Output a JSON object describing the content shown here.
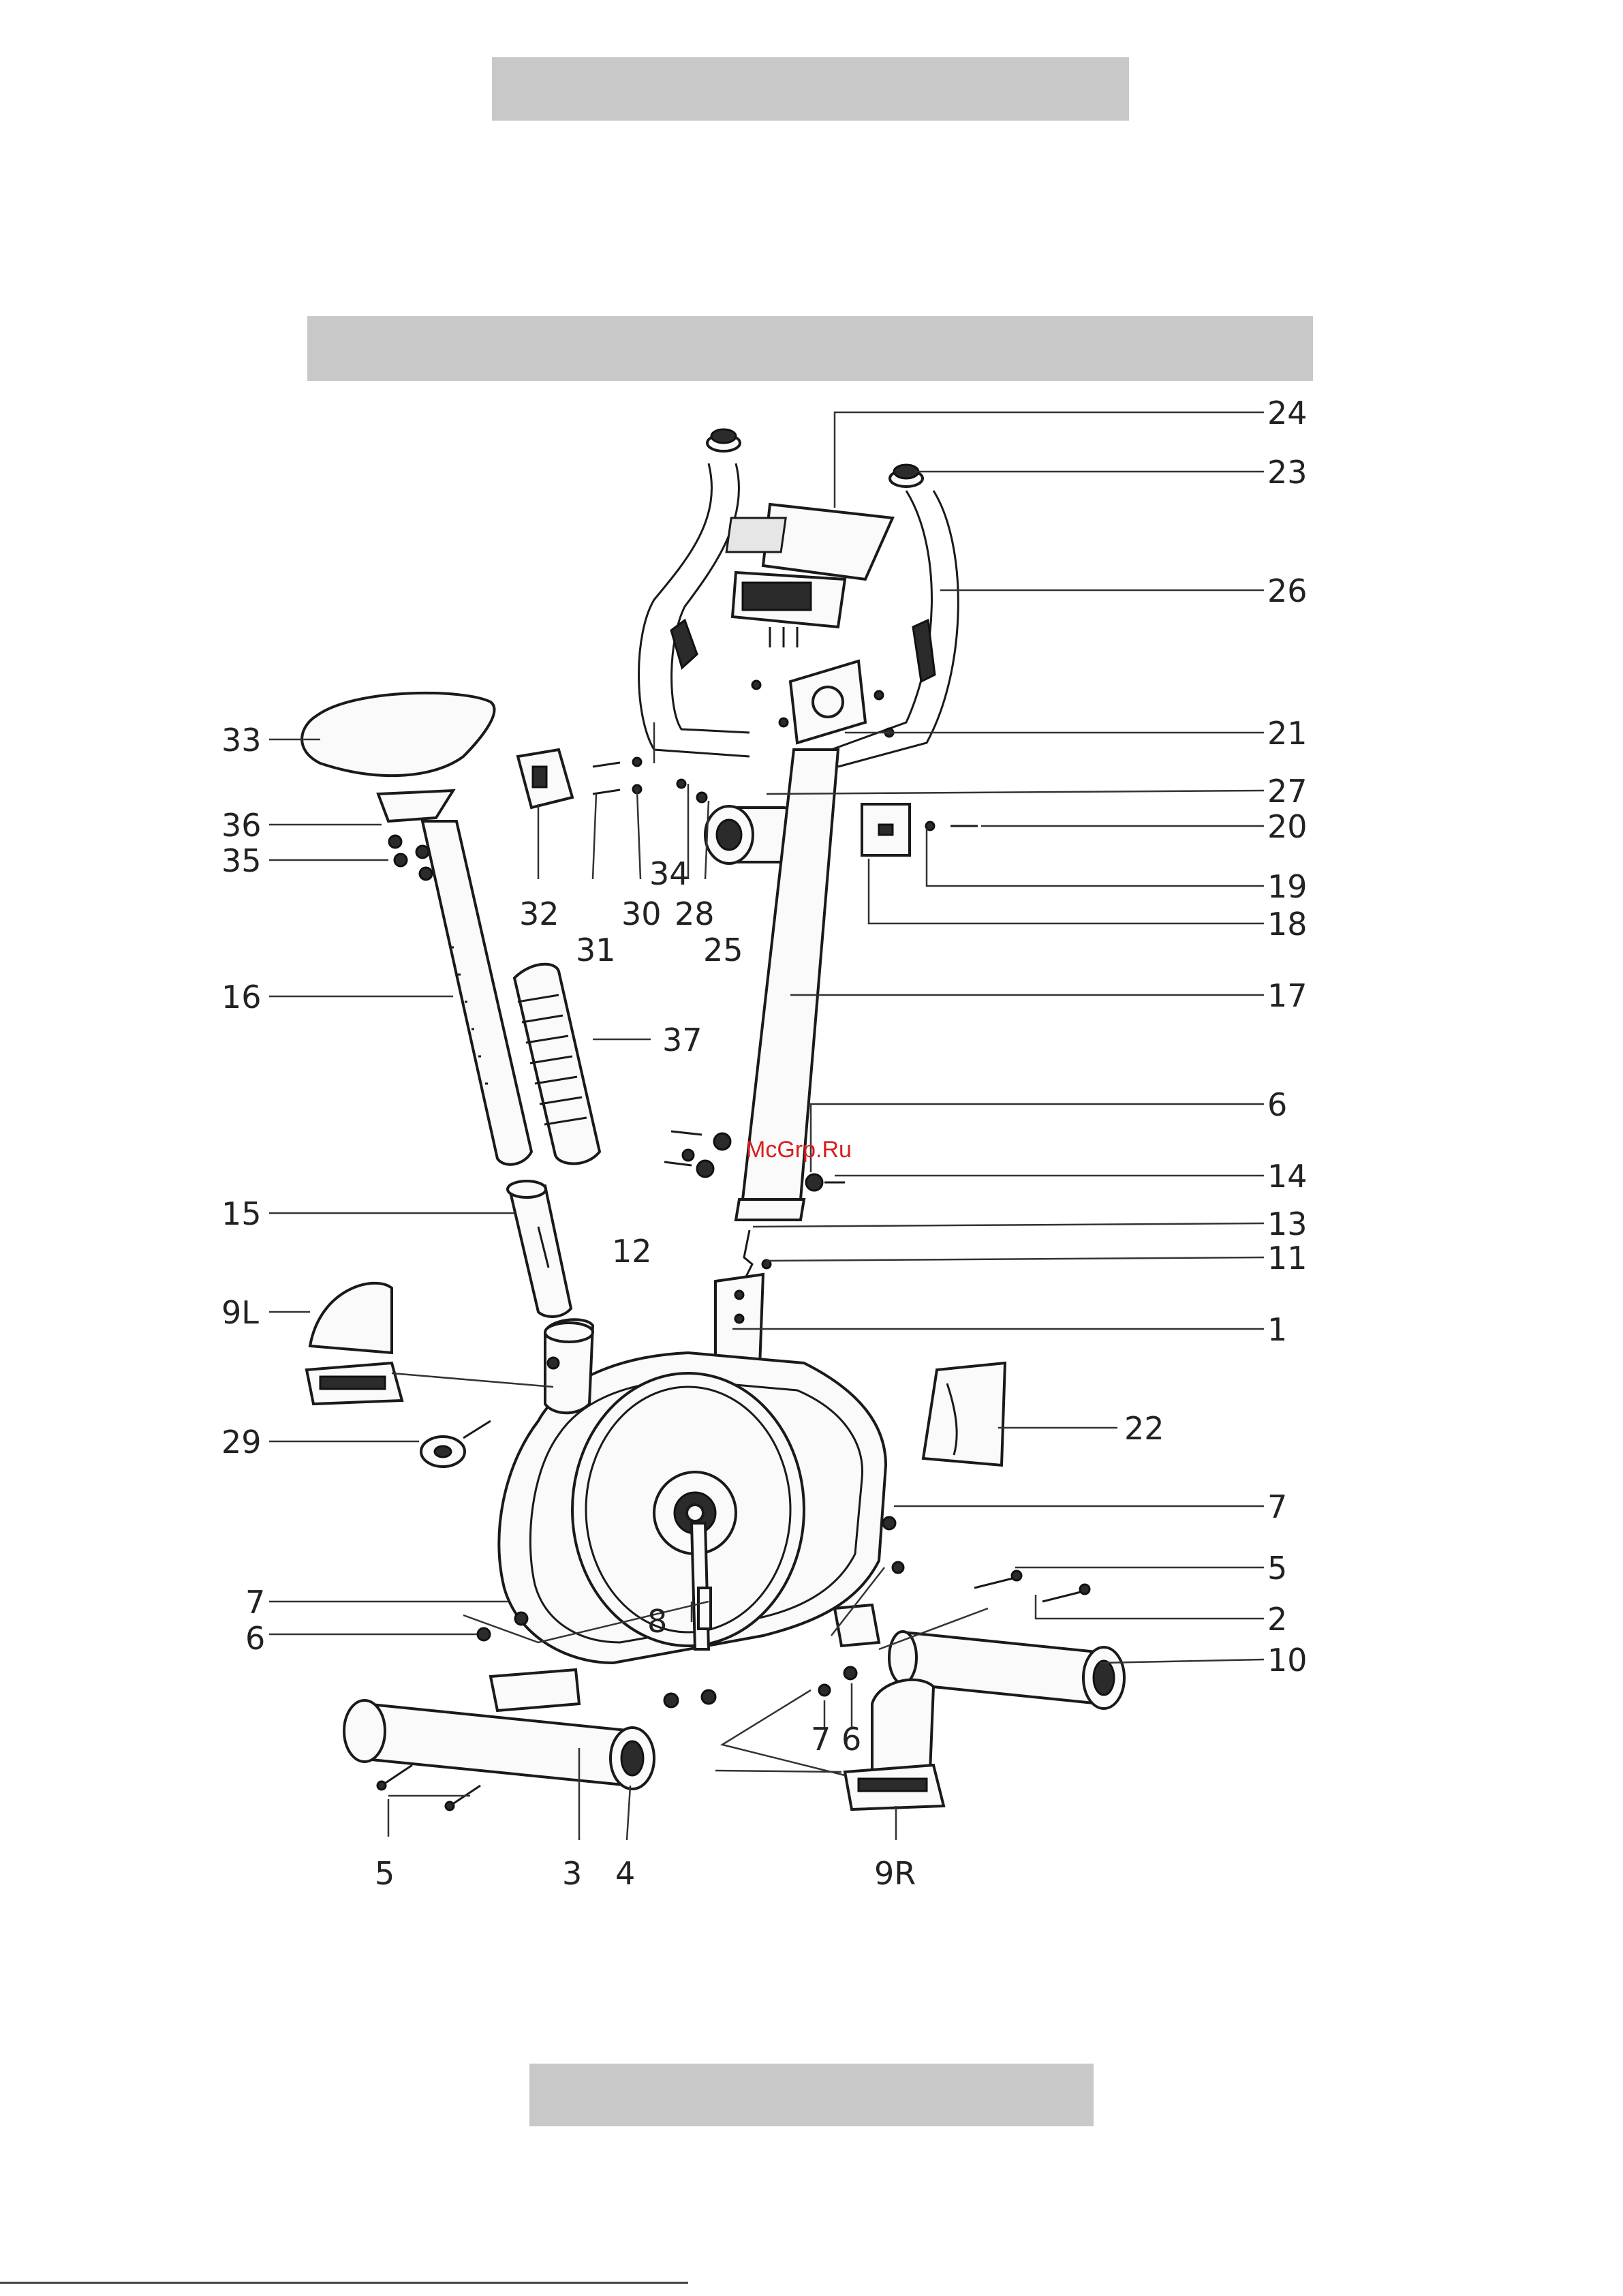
{
  "header_bars": [
    "",
    ""
  ],
  "footer_bar": "",
  "watermark": "McGrp.Ru",
  "part_labels": [
    "24",
    "23",
    "26",
    "33",
    "21",
    "27",
    "36",
    "20",
    "35",
    "32",
    "31",
    "30",
    "34",
    "28",
    "25",
    "19",
    "18",
    "16",
    "37",
    "17",
    "6",
    "14",
    "15",
    "12",
    "13",
    "11",
    "9L",
    "1",
    "22",
    "29",
    "7",
    "5",
    "7",
    "2",
    "6",
    "8",
    "10",
    "7",
    "6",
    "5",
    "3",
    "4",
    "9R"
  ]
}
